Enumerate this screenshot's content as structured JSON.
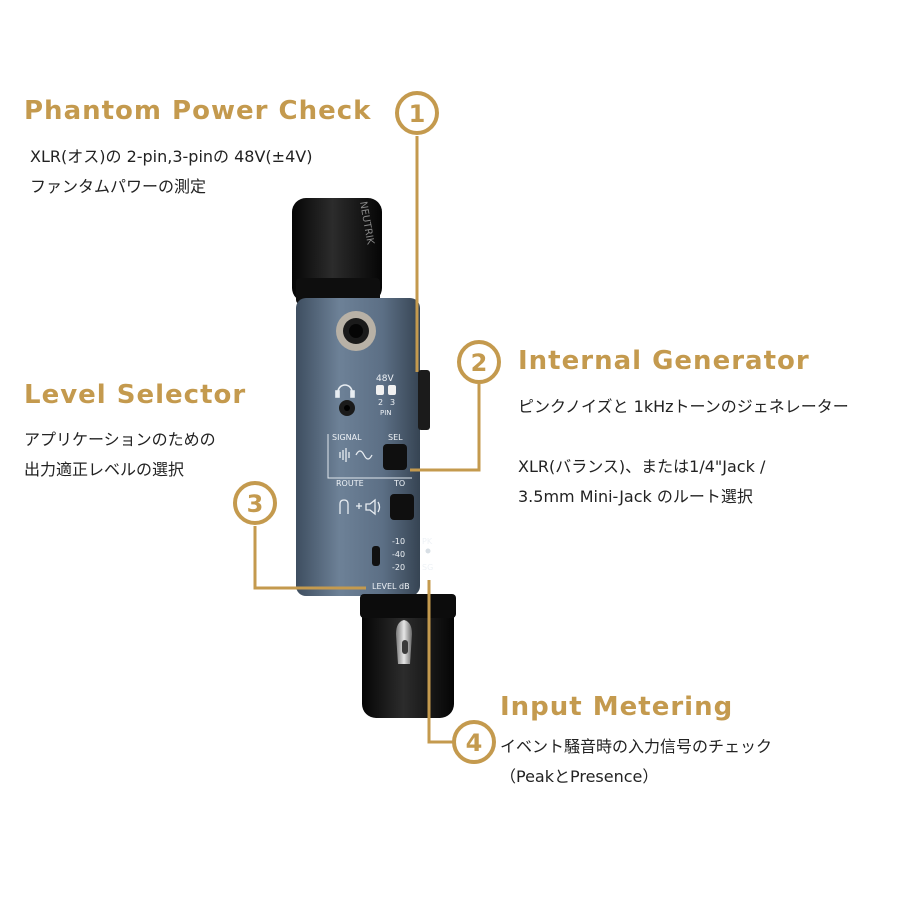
{
  "features": [
    {
      "number": "1",
      "title": "Phantom Power Check",
      "desc": [
        "XLR(オス)の 2-pin,3-pinの 48V(±4V)",
        "ファンタムパワーの測定"
      ]
    },
    {
      "number": "2",
      "title": "Internal Generator",
      "desc": [
        "ピンクノイズと 1kHzトーンのジェネレーター",
        "",
        "XLR(バランス)、または1/4\"Jack /",
        "3.5mm Mini-Jack のルート選択"
      ]
    },
    {
      "number": "3",
      "title": "Level Selector",
      "desc": [
        "アプリケーションのための",
        "出力適正レベルの選択"
      ]
    },
    {
      "number": "4",
      "title": "Input Metering",
      "desc": [
        "イベント騒音時の入力信号のチェック",
        "（PeakとPresence）"
      ]
    }
  ],
  "device": {
    "connector_brand": "NEUTRIK",
    "label_48v": "48V",
    "label_pin": "PIN",
    "pin_2": "2",
    "pin_3": "3",
    "label_signal": "SIGNAL",
    "label_sel": "SEL",
    "label_route": "ROUTE",
    "label_to": "TO",
    "level_10": "-10",
    "level_40": "-40",
    "level_20": "-20",
    "label_level": "LEVEL dB",
    "label_pk": "PK",
    "label_sg": "SG"
  },
  "colors": {
    "accent": "#c49a4e",
    "body": "#5d7187",
    "connector": "#141414"
  }
}
